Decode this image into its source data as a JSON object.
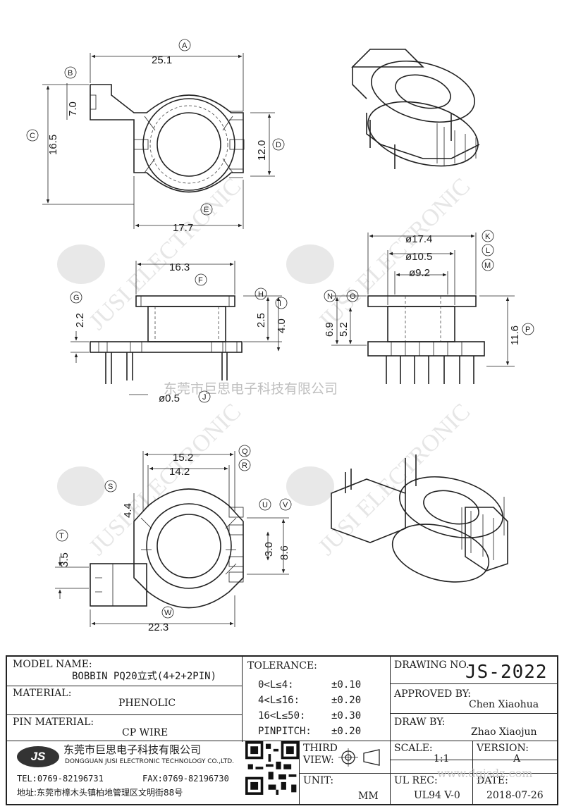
{
  "watermark": {
    "company_cn": "东莞市巨思电子科技有限公司",
    "brand_text": "JUSI ELECTRONIC",
    "logo": "JS",
    "site": "www.dgjsdz.com"
  },
  "dimensions": {
    "A": {
      "letter": "A",
      "value": "25.1"
    },
    "B": {
      "letter": "B",
      "value": "7.0"
    },
    "C": {
      "letter": "C",
      "value": "16.5"
    },
    "D": {
      "letter": "D",
      "value": "12.0"
    },
    "E": {
      "letter": "E",
      "value": "17.7"
    },
    "F": {
      "letter": "F",
      "value": "16.3"
    },
    "G": {
      "letter": "G",
      "value": "2.2"
    },
    "H": {
      "letter": "H",
      "value": "2.5"
    },
    "I": {
      "letter": "I",
      "value": "4.0"
    },
    "J": {
      "letter": "J",
      "value": "ø0.5"
    },
    "K": {
      "letter": "K",
      "value": "ø17.4"
    },
    "L": {
      "letter": "L",
      "value": "ø10.5"
    },
    "M": {
      "letter": "M",
      "value": "ø9.2"
    },
    "N": {
      "letter": "N",
      "value": "6.9"
    },
    "O": {
      "letter": "O",
      "value": "5.2"
    },
    "P": {
      "letter": "P",
      "value": "11.6"
    },
    "Q": {
      "letter": "Q",
      "value": "15.2"
    },
    "R": {
      "letter": "R",
      "value": "14.2"
    },
    "S": {
      "letter": "S",
      "value": "4.4"
    },
    "T": {
      "letter": "T",
      "value": "3.5"
    },
    "U": {
      "letter": "U",
      "value": "3.0"
    },
    "V": {
      "letter": "V",
      "value": "8.6"
    },
    "W": {
      "letter": "W",
      "value": "22.3"
    }
  },
  "title_block": {
    "model_label": "MODEL NAME:",
    "model_value": "BOBBIN PQ20立式(4+2+2PIN)",
    "material_label": "MATERIAL:",
    "material_value": "PHENOLIC",
    "pin_material_label": "PIN MATERIAL:",
    "pin_material_value": "CP WIRE",
    "tolerance_label": "TOLERANCE:",
    "tolerances": [
      {
        "range": "0<L≤4:",
        "value": "±0.10"
      },
      {
        "range": "4<L≤16:",
        "value": "±0.20"
      },
      {
        "range": "16<L≤50:",
        "value": "±0.30"
      },
      {
        "range": "PINPITCH:",
        "value": "±0.20"
      }
    ],
    "drawing_no_label": "DRAWING NO.",
    "drawing_no_value": "JS-2022",
    "approved_label": "APPROVED BY:",
    "approved_value": "Chen Xiaohua",
    "draw_label": "DRAW BY:",
    "draw_value": "Zhao Xiaojun",
    "company_cn": "东莞市巨思电子科技有限公司",
    "company_en": "DONGGUAN JUSI ELECTRONIC TECHNOLOGY CO.,LTD.",
    "tel": "TEL:0769-82196731",
    "fax": "FAX:0769-82196730",
    "address": "地址:东莞市樟木头镇柏地管理区文明街88号",
    "logo": "JS",
    "third_view_label_1": "THIRD",
    "third_view_label_2": "VIEW:",
    "unit_label": "UNIT:",
    "unit_value": "MM",
    "scale_label": "SCALE:",
    "scale_value": "1:1",
    "version_label": "VERSION:",
    "version_value": "A",
    "ul_label": "UL REC:",
    "ul_value": "UL94 V-0",
    "date_label": "DATE:",
    "date_value": "2018-07-26"
  }
}
